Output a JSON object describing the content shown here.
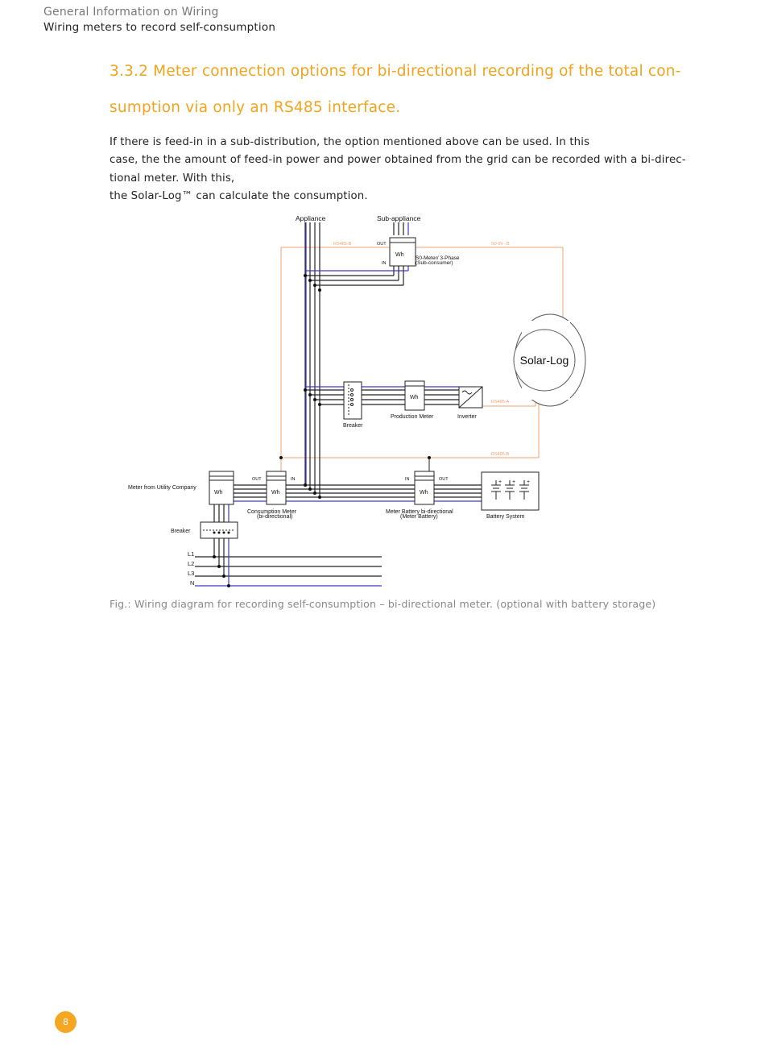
{
  "header": {
    "section": "General Information on Wiring",
    "subsection": "Wiring meters to record self-consumption"
  },
  "heading": {
    "line1": "3.3.2 Meter connection options for bi-directional recording of the total con-",
    "line2": "sumption via only an RS485 interface."
  },
  "body": {
    "lines": [
      "If there is feed-in in a sub-distribution, the option mentioned above can be used. In this",
      "case, the the amount of feed-in power and power obtained from the grid can be recorded with a bi-direc-",
      "tional meter. With this,",
      "the Solar-Log™ can calculate the consumption."
    ]
  },
  "diagram": {
    "appliance": "Appliance",
    "sub_appliance": "Sub-appliance",
    "wh": "Wh",
    "out": "OUT",
    "in": "IN",
    "s0_meter_line1": "S0-Meter/ 3-Phase",
    "s0_meter_line2": "(Sub-consumer)",
    "rs485_b": "RS485-B",
    "s0_in_b": "S0-IN - B",
    "solar_log": "Solar-Log",
    "rs485_a": "RS485-A",
    "breaker": "Breaker",
    "production_meter": "Production Meter",
    "inverter": "Inverter",
    "meter_utility": "Meter from Utility Company",
    "consumption_meter_line1": "Consumption Meter",
    "consumption_meter_line2": "(bi-directional)",
    "battery_meter_line1": "Meter Battery bi-directional",
    "battery_meter_line2": "(Meter Battery)",
    "battery_system": "Battery System",
    "l1": "L1",
    "l2": "L2",
    "l3": "L3",
    "n": "N",
    "plus": "+"
  },
  "caption": "Fig.: Wiring diagram for recording self-consumption – bi-directional meter. (optional with battery storage)",
  "page_number": "8",
  "colors": {
    "accent": "#f0a41e",
    "page_badge": "#f5a623",
    "neutral_wire": "#3a3ad0",
    "rs485_wire": "#f0a170",
    "phase_wire": "#222222"
  }
}
